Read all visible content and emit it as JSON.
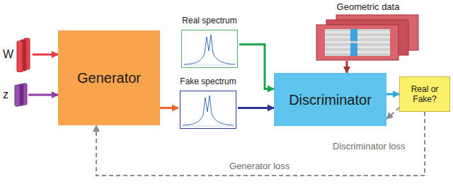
{
  "diagram": {
    "nodes": [
      {
        "text": [
          "W"
        ]
      },
      {
        "text": [
          "z"
        ]
      },
      {
        "text": [
          "Generator"
        ]
      },
      {
        "text": [
          "Real spectrum"
        ]
      },
      {
        "text": [
          "Fake spectrum"
        ]
      },
      {
        "text": [
          "Geometric data"
        ]
      },
      {
        "text": [
          "Discriminator"
        ]
      },
      {
        "text": [
          "Real or Fake?"
        ]
      }
    ],
    "edges": [
      {
        "from": 0,
        "to": 2,
        "arrow": "to"
      },
      {
        "from": 1,
        "to": 2,
        "arrow": "to"
      },
      {
        "from": 2,
        "to": 4,
        "arrow": "to"
      },
      {
        "from": 3,
        "to": 6,
        "arrow": "to"
      },
      {
        "from": 4,
        "to": 6,
        "arrow": "to"
      },
      {
        "from": 5,
        "to": 6,
        "arrow": "to"
      },
      {
        "from": 6,
        "to": 7,
        "arrow": "to"
      },
      {
        "from": 7,
        "to": 6,
        "label": "Discriminator loss",
        "arrow": "to"
      },
      {
        "from": 7,
        "to": 2,
        "label": "Generator loss",
        "arrow": "to"
      }
    ]
  }
}
